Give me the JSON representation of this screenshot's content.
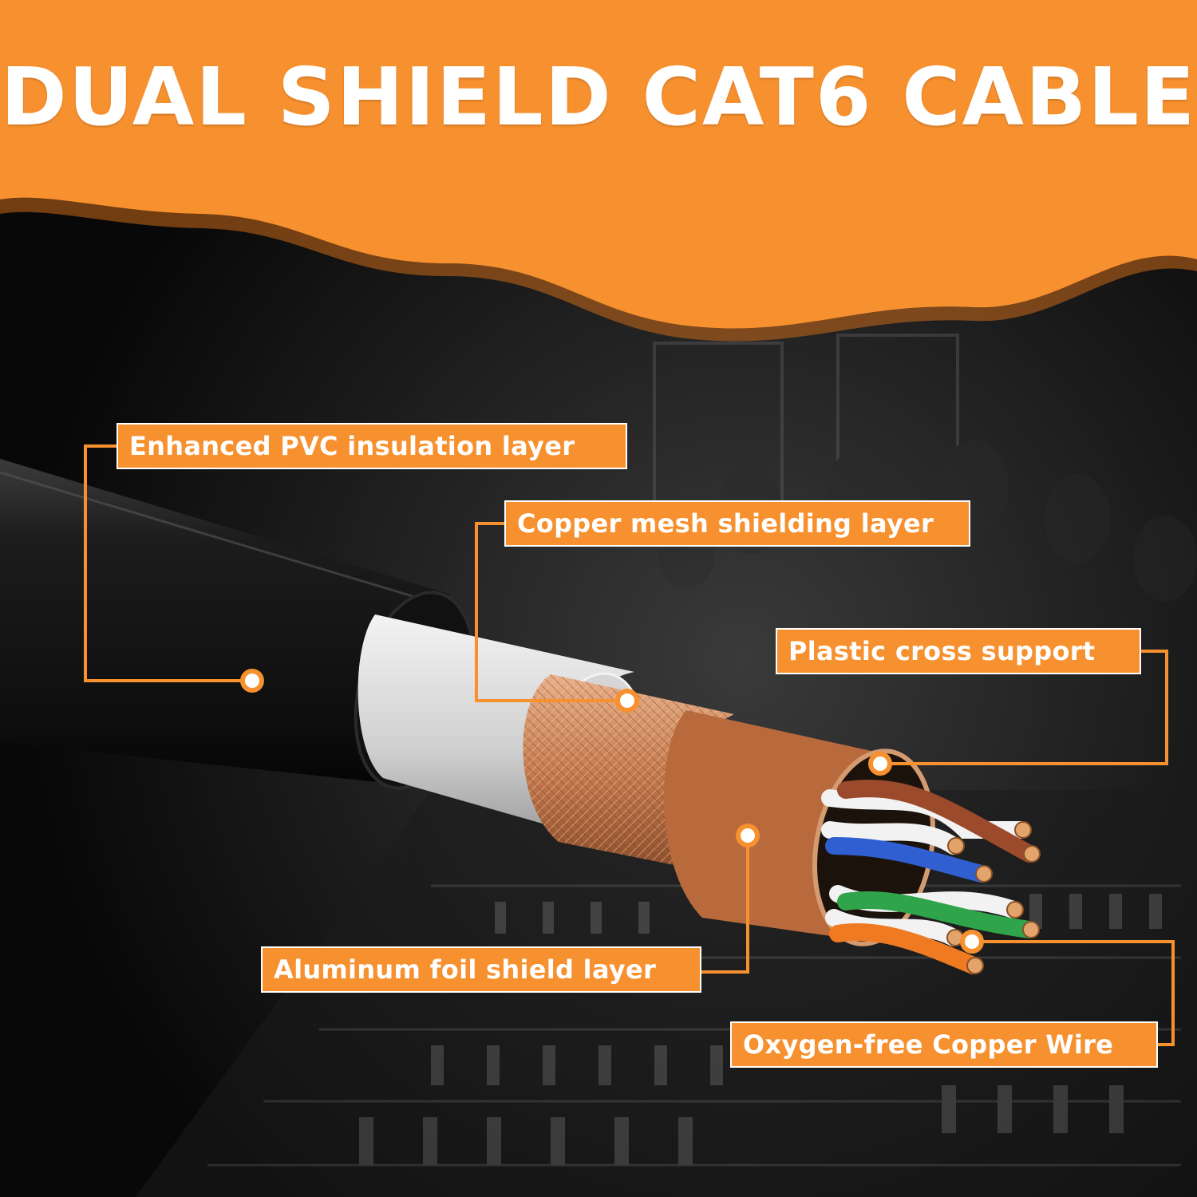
{
  "title": "DUAL SHIELD CAT6 CABLE",
  "colors": {
    "accent": "#f7902e",
    "background": "#0c0c0c",
    "jacket": "#1f1f1f",
    "inner_jacket": "#dcdcdc",
    "copper_mesh": "#c9835a"
  },
  "callouts": [
    {
      "id": "pvc",
      "label": "Enhanced PVC insulation layer"
    },
    {
      "id": "mesh",
      "label": "Copper mesh shielding layer"
    },
    {
      "id": "cross",
      "label": "Plastic cross support"
    },
    {
      "id": "foil",
      "label": "Aluminum foil shield layer"
    },
    {
      "id": "wire",
      "label": "Oxygen-free Copper Wire"
    }
  ],
  "wire_pairs": [
    {
      "name": "brown",
      "color": "#9b4a2c"
    },
    {
      "name": "blue",
      "color": "#2f5fd0"
    },
    {
      "name": "green",
      "color": "#2fa44a"
    },
    {
      "name": "orange",
      "color": "#f07a22"
    }
  ]
}
